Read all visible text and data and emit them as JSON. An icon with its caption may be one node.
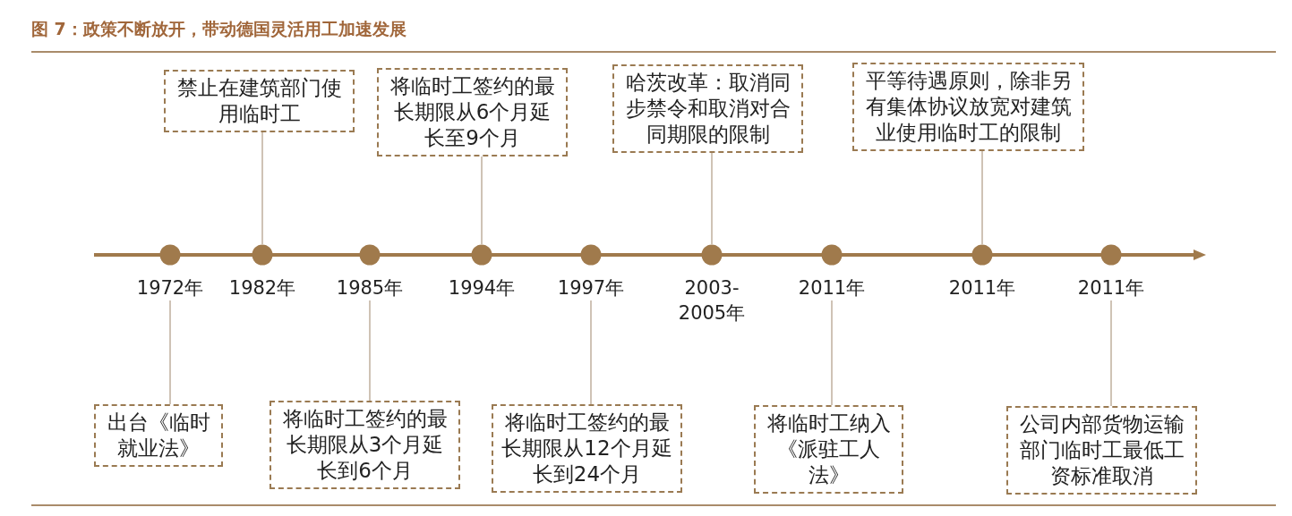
{
  "diagram": {
    "title": "图 7：政策不断放开，带动德国灵活用工加速发展",
    "nodes": [
      {
        "text": [
          "禁止在建筑部门使用临时工"
        ]
      },
      {
        "text": [
          "将临时工签约的最长期限从6个月延长至9个月"
        ]
      },
      {
        "text": [
          "哈茨改革：取消同步禁令和取消对合同期限的限制"
        ]
      },
      {
        "text": [
          "平等待遇原则，除非另有集体协议放宽对建筑业使用临时工的限制"
        ]
      },
      {
        "text": [],
        "shape": "circle",
        "beside": [
          "1972年"
        ]
      },
      {
        "text": [],
        "shape": "circle",
        "beside": [
          "1982年"
        ]
      },
      {
        "text": [],
        "shape": "circle",
        "beside": [
          "1985年"
        ]
      },
      {
        "text": [],
        "shape": "circle",
        "beside": [
          "1994年"
        ]
      },
      {
        "text": [],
        "shape": "circle",
        "beside": [
          "1997年"
        ]
      },
      {
        "text": [],
        "shape": "circle",
        "beside": [
          "2003-2005年"
        ]
      },
      {
        "text": [],
        "shape": "circle",
        "beside": [
          "2011年"
        ]
      },
      {
        "text": [],
        "shape": "circle",
        "beside": [
          "2011年"
        ]
      },
      {
        "text": [],
        "shape": "circle",
        "beside": [
          "2011年"
        ]
      },
      {
        "text": [
          "出台《临时就业法》"
        ]
      },
      {
        "text": [
          "将临时工签约的最长期限从3个月延长到6个月"
        ]
      },
      {
        "text": [
          "将临时工签约的最长期限从12个月延长到24个月"
        ]
      },
      {
        "text": [
          "将临时工纳入《派驻工人法》"
        ]
      },
      {
        "text": [
          "公司内部货物运输部门临时工最低工资标准取消"
        ]
      }
    ],
    "edges": [
      {
        "from": 0,
        "to": 5,
        "arrow": "none"
      },
      {
        "from": 1,
        "to": 7,
        "arrow": "none"
      },
      {
        "from": 2,
        "to": 9,
        "arrow": "none"
      },
      {
        "from": 3,
        "to": 11,
        "arrow": "none"
      },
      {
        "from": 4,
        "to": 13,
        "arrow": "none"
      },
      {
        "from": 6,
        "to": 14,
        "arrow": "none"
      },
      {
        "from": 8,
        "to": 15,
        "arrow": "none"
      },
      {
        "from": 10,
        "to": 16,
        "arrow": "none"
      },
      {
        "from": 12,
        "to": 17,
        "arrow": "none"
      }
    ]
  }
}
